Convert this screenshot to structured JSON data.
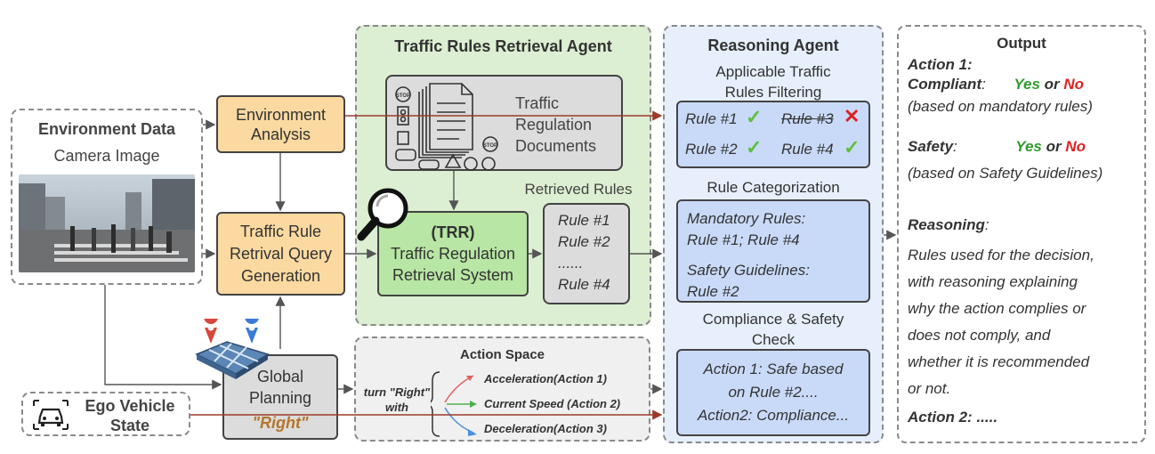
{
  "env": {
    "title": "Environment Data",
    "subtitle": "Camera Image"
  },
  "ego": {
    "label_line1": "Ego Vehicle",
    "label_line2": "State"
  },
  "env_analysis": {
    "line1": "Environment",
    "line2": "Analysis"
  },
  "query_gen": {
    "line1": "Traffic Rule",
    "line2": "Retrival Query",
    "line3": "Generation"
  },
  "global_planning": {
    "line1": "Global",
    "line2": "Planning",
    "value": "\"Right\""
  },
  "trra": {
    "title": "Traffic Rules Retrieval Agent",
    "docs": {
      "line1": "Traffic",
      "line2": "Regulation",
      "line3": "Documents"
    },
    "trr": {
      "line1": "(TRR)",
      "line2": "Traffic Regulation",
      "line3": "Retrieval System"
    },
    "retrieved_label": "Retrieved Rules",
    "rules": [
      "Rule #1",
      "Rule #2",
      "......",
      "Rule #4"
    ],
    "stop_label": "STOP"
  },
  "action_space": {
    "title": "Action Space",
    "prefix_line1": "turn \"Right\"",
    "prefix_line2": "with",
    "actions": [
      {
        "label": "Acceleration(Action 1)",
        "color": "#e06060"
      },
      {
        "label": "Current Speed (Action 2)",
        "color": "#4caf50"
      },
      {
        "label": "Deceleration(Action 3)",
        "color": "#4a8fe0"
      }
    ]
  },
  "reasoning": {
    "title": "Reasoning Agent",
    "filter_title_1": "Applicable Traffic",
    "filter_title_2": "Rules Filtering",
    "filter_rules": {
      "r1": "Rule #1",
      "r2": "Rule #2",
      "r3": "Rule #3",
      "r4": "Rule #4"
    },
    "check": "✓",
    "cross": "✕",
    "cat_title": "Rule Categorization",
    "cat_line1": "Mandatory Rules:",
    "cat_line2": "Rule #1; Rule #4",
    "cat_line3": "Safety Guidelines:",
    "cat_line4": "Rule #2",
    "check_title_1": "Compliance & Safety",
    "check_title_2": "Check",
    "check_line1": "Action 1:  Safe based",
    "check_line2": "on Rule #2....",
    "check_line3": "Action2: Compliance..."
  },
  "output": {
    "title": "Output",
    "action1": "Action 1:",
    "compliant": "Compliant",
    "colon": ":",
    "yes": "Yes",
    "or": "or",
    "no": "No",
    "compliant_note": "(based on mandatory rules)",
    "safety": "Safety",
    "safety_note": "(based on Safety Guidelines)",
    "reasoning": "Reasoning",
    "reasoning_text": [
      "Rules used for the decision,",
      "with reasoning explaining",
      "why the action complies or",
      "does not comply, and",
      "whether it is recommended",
      "or not."
    ],
    "action2": "Action 2:  ....."
  },
  "colors": {
    "orange": "#fbd9a0",
    "green_bg": "#dcefd2",
    "green_box": "#b8e6a4",
    "blue_bg": "#e6effb",
    "blue_box": "#c9daf8",
    "gray_box": "#dcdcdc",
    "arrow_dark": "#555555",
    "arrow_red": "#9b3b2b"
  }
}
